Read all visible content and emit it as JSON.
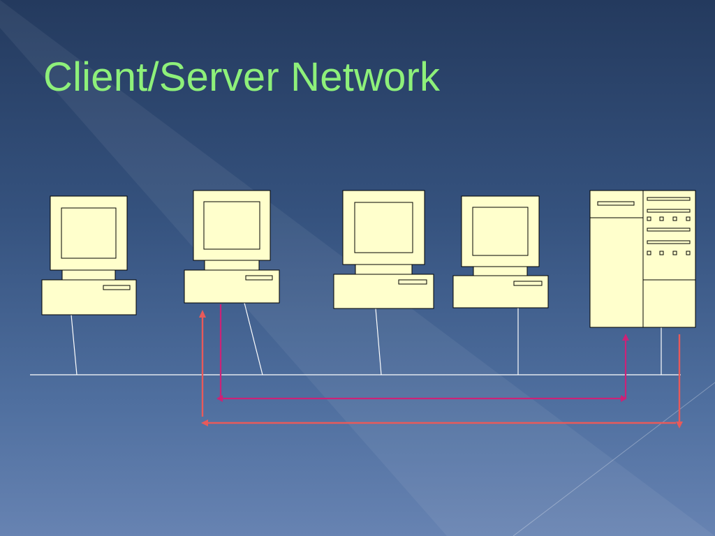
{
  "slide": {
    "title": "Client/Server Network"
  },
  "theme": {
    "title_color": "#8ef07a",
    "device_fill": "#ffffcc",
    "device_stroke": "#000000",
    "network_line": "#ffffff",
    "request_arrow": "#cc2277",
    "response_arrow": "#e85a5a"
  },
  "diagram": {
    "nodes": [
      {
        "id": "client-1",
        "kind": "client-computer"
      },
      {
        "id": "client-2",
        "kind": "client-computer"
      },
      {
        "id": "client-3",
        "kind": "client-computer"
      },
      {
        "id": "client-4",
        "kind": "client-computer"
      },
      {
        "id": "server",
        "kind": "server-tower"
      }
    ],
    "edges": [
      {
        "from": "client-1",
        "to": "network-bus"
      },
      {
        "from": "client-2",
        "to": "network-bus"
      },
      {
        "from": "client-3",
        "to": "network-bus"
      },
      {
        "from": "client-4",
        "to": "network-bus"
      },
      {
        "from": "server",
        "to": "network-bus"
      },
      {
        "from": "client-2",
        "to": "server",
        "kind": "request-arrow"
      },
      {
        "from": "server",
        "to": "client-2",
        "kind": "response-arrow"
      }
    ]
  }
}
